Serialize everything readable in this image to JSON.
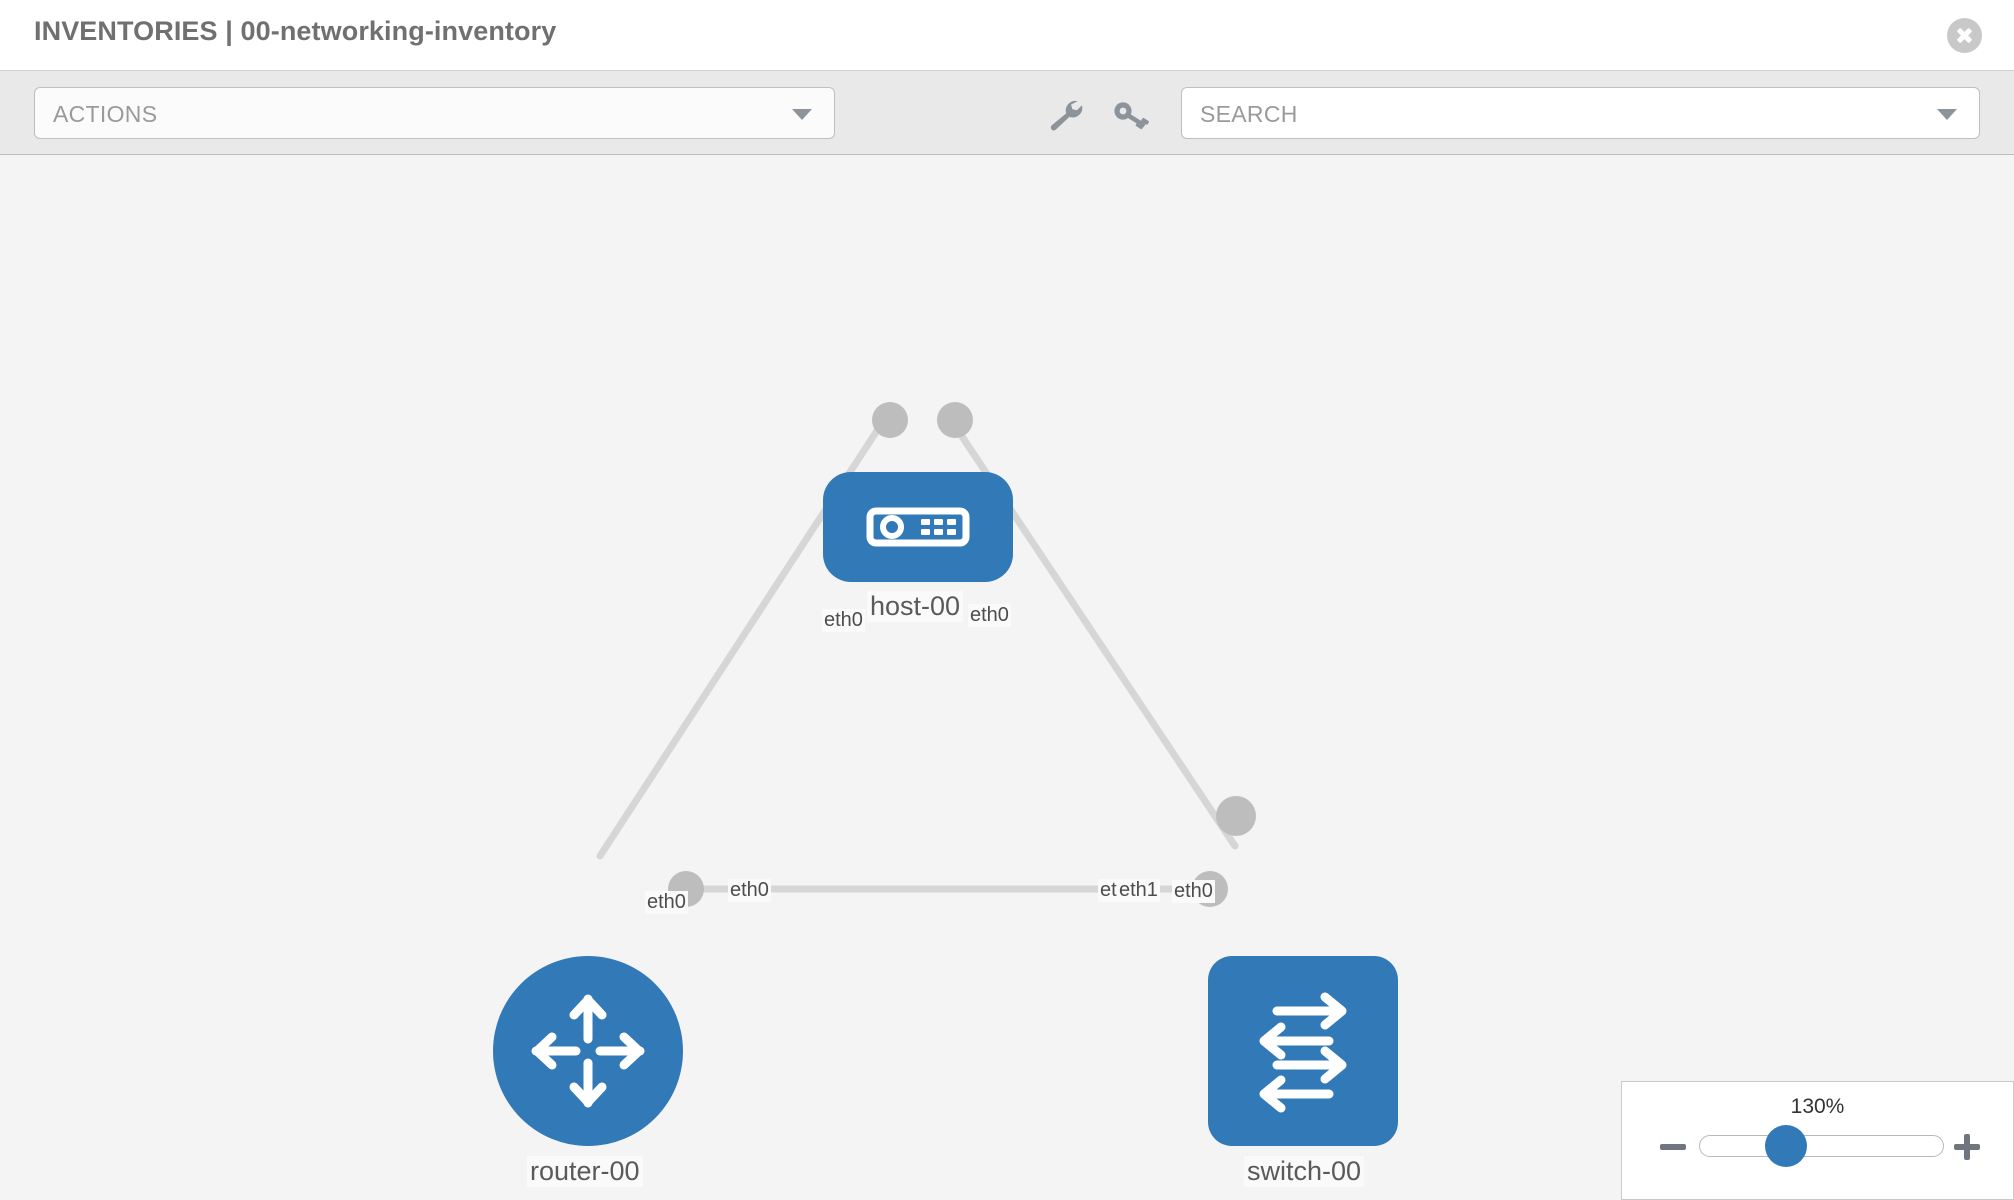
{
  "header": {
    "title": "INVENTORIES | 00-networking-inventory",
    "close_icon": "close-circle-icon"
  },
  "toolbar": {
    "actions_label": "ACTIONS",
    "actions_caret_icon": "chevron-down-icon",
    "wrench_icon": "wrench-icon",
    "key_icon": "key-icon",
    "search_placeholder": "SEARCH",
    "search_value": "",
    "search_caret_icon": "chevron-down-icon"
  },
  "topology": {
    "nodes": [
      {
        "id": "host-00",
        "label": "host-00",
        "type": "host",
        "icon": "server-icon",
        "color": "#3279b7",
        "shape": "rounded-rect"
      },
      {
        "id": "router-00",
        "label": "router-00",
        "type": "router",
        "icon": "router-arrows-icon",
        "color": "#3279b7",
        "shape": "circle"
      },
      {
        "id": "switch-00",
        "label": "switch-00",
        "type": "switch",
        "icon": "switch-arrows-icon",
        "color": "#3279b7",
        "shape": "rounded-square"
      }
    ],
    "links": [
      {
        "from": "host-00",
        "to": "router-00",
        "from_interface": "eth0",
        "to_interface": "eth0"
      },
      {
        "from": "host-00",
        "to": "switch-00",
        "from_interface": "eth0",
        "to_interface": "eth0"
      },
      {
        "from": "router-00",
        "to": "switch-00",
        "from_interface": "eth0",
        "to_interface": "eth1"
      }
    ],
    "edge_labels": {
      "host_left": "eth0",
      "host_right": "eth0",
      "router_upper": "eth0",
      "switch_upper": "eth0",
      "router_right": "eth0",
      "switch_left_overlap": "eth",
      "switch_left": "eth1"
    }
  },
  "zoom": {
    "value": "130%",
    "minus_label": "minus-icon",
    "plus_label": "plus-icon"
  }
}
